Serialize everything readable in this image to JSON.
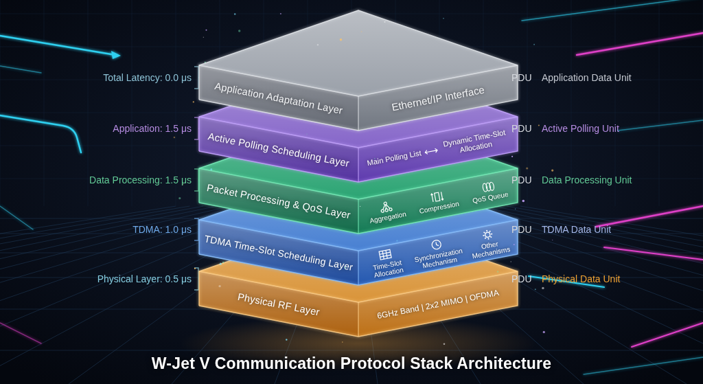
{
  "diagram": {
    "title": "W-Jet V Communication Protocol Stack Architecture",
    "nodes": [
      {
        "text": [
          "Application Adaptation Layer",
          "Ethernet/IP Interface"
        ]
      },
      {
        "text": [
          "Active Polling Scheduling Layer",
          "Main Polling List",
          "Dynamic Time-Slot Allocation"
        ]
      },
      {
        "text": [
          "Packet Processing & QoS Layer",
          "Aggregation",
          "Compression",
          "QoS Queue"
        ]
      },
      {
        "text": [
          "TDMA Time-Slot Scheduling Layer",
          "Time-Slot Allocation",
          "Synchronization Mechanism",
          "Other Mechanisms"
        ]
      },
      {
        "text": [
          "Physical RF Layer",
          "6GHz Band | 2x2 MIMO | OFDMA"
        ]
      }
    ],
    "edges": [
      {
        "from": 4,
        "to": 3,
        "arrow": "to"
      },
      {
        "from": 3,
        "to": 2,
        "arrow": "to"
      },
      {
        "from": 2,
        "to": 1,
        "arrow": "to"
      },
      {
        "from": 1,
        "to": 0,
        "arrow": "to"
      }
    ],
    "labels": [
      "Total Latency: 0.0 μs",
      "Application: 1.5 μs",
      "Data Processing: 1.5 μs",
      "TDMA: 1.0 μs",
      "Physical Layer: 0.5 μs",
      "PDU",
      "Application Data Unit",
      "PDU",
      "Active Polling Unit",
      "PDU",
      "Data Processing Unit",
      "PDU",
      "TDMA Data Unit",
      "PDU",
      "Physical Data Unit"
    ]
  }
}
